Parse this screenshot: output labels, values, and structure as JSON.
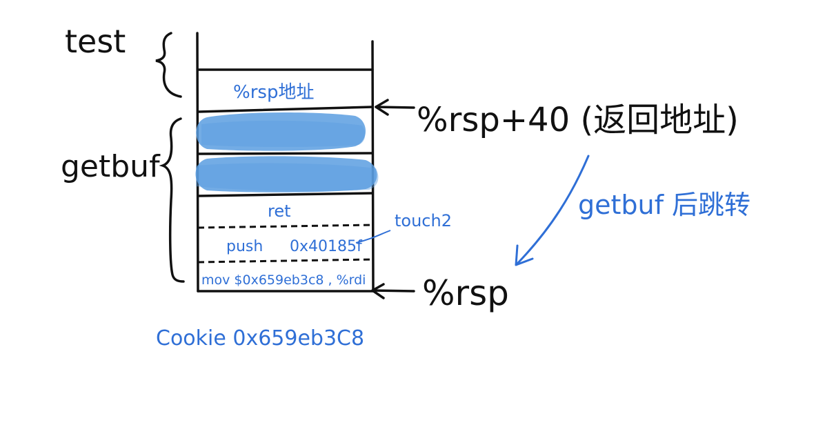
{
  "labels": {
    "test": "test",
    "getbuf": "getbuf",
    "rsp_address_cell": "%rsp地址",
    "rsp_plus_40": "%rsp+40 (返回地址)",
    "getbuf_jump_note": "getbuf 后跳转",
    "rsp": "%rsp",
    "ret_cell": "ret",
    "touch2": "touch2",
    "push_instr": "push",
    "push_addr": "0x40185f",
    "mov_instr": "mov $0x659eb3c8 , %rdi",
    "cookie": "Cookie 0x659eb3C8"
  },
  "colors": {
    "ink": "#111111",
    "blue": "#2f6fd6",
    "highlight": "#5a9ee0"
  }
}
